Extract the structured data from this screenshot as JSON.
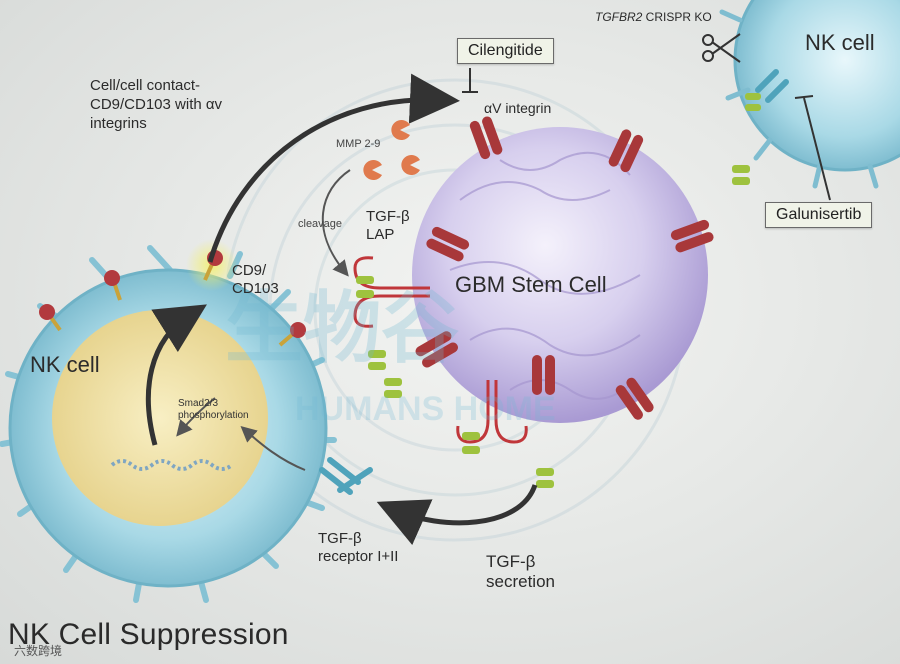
{
  "labels": {
    "cell_contact": [
      "Cell/cell contact-",
      "CD9/CD103 with αv",
      "integrins"
    ],
    "cilengitide": "Cilengitide",
    "av_integrin": "αV integrin",
    "crispr_gene": "TGFBR2",
    "crispr_suffix": " CRISPR KO",
    "nk_cell_top_right": "NK cell",
    "galunisertib": "Galunisertib",
    "mmp": "MMP 2-9",
    "cleavage": "cleavage",
    "tgfb_lap": [
      "TGF-β",
      "LAP"
    ],
    "cd9_cd103": [
      "CD9/",
      "CD103"
    ],
    "gbm_stem_cell": "GBM Stem Cell",
    "nk_cell_left": "NK cell",
    "smad": [
      "Smad2/3",
      "phosphorylation"
    ],
    "tgfb_receptor": [
      "TGF-β",
      "receptor I+II"
    ],
    "tgfb_secretion": [
      "TGF-β",
      "secretion"
    ],
    "title": "NK Cell Suppression"
  },
  "watermark": {
    "main": "生物谷",
    "sub": "HUMANS HOME",
    "corner": "六数跨境"
  },
  "colors": {
    "nk_membrane": "#9fd2e0",
    "nk_nucleus": "#efe0a2",
    "gbm_cell": "#cfc6e6",
    "integrin": "#a8383a",
    "tgfb_ligand": "#9ec23e",
    "arrow": "#333333"
  }
}
